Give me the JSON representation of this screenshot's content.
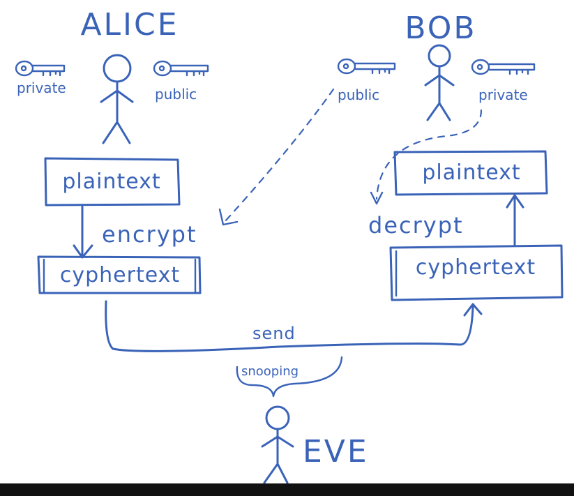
{
  "alice": {
    "name": "ALICE",
    "private_label": "private",
    "public_label": "public"
  },
  "bob": {
    "name": "BOB",
    "public_label": "public",
    "private_label": "private"
  },
  "eve": {
    "name": "EVE"
  },
  "alice_boxes": {
    "plaintext": "plaintext",
    "ciphertext": "cyphertext"
  },
  "bob_boxes": {
    "plaintext": "plaintext",
    "ciphertext": "cyphertext"
  },
  "actions": {
    "encrypt": "encrypt",
    "decrypt": "decrypt",
    "send": "send",
    "snooping": "snooping"
  },
  "colors": {
    "ink": "#3a63b8",
    "background": "#ffffff",
    "footer": "#111111"
  },
  "icons": [
    "key-icon",
    "stick-figure-icon",
    "arrow-icon"
  ]
}
